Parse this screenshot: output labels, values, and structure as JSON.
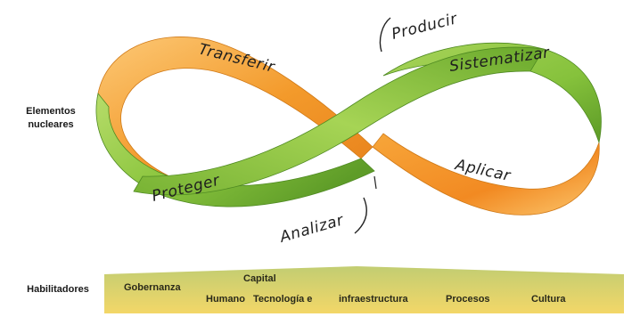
{
  "labels": {
    "nuclear_line1": "Elementos",
    "nuclear_line2": "nucleares",
    "enablers": "Habilitadores"
  },
  "loop_words": {
    "transferir": "Transferir",
    "producir": "Producir",
    "sistematizar": "Sistematizar",
    "proteger": "Proteger",
    "analizar": "Analizar",
    "aplicar": "Aplicar"
  },
  "band": {
    "gobernanza": "Gobernanza",
    "capital": "Capital",
    "humano": "Humano",
    "tecnologia": "Tecnología e",
    "infraestructura": "infraestructura",
    "procesos": "Procesos",
    "cultura": "Cultura"
  },
  "colors": {
    "green": "#8cc63f",
    "dark_green": "#4f8a22",
    "orange": "#f39a2b",
    "light_orange": "#fbc66d",
    "band_top": "#c6cf74",
    "band_bottom": "#f2d66a"
  }
}
